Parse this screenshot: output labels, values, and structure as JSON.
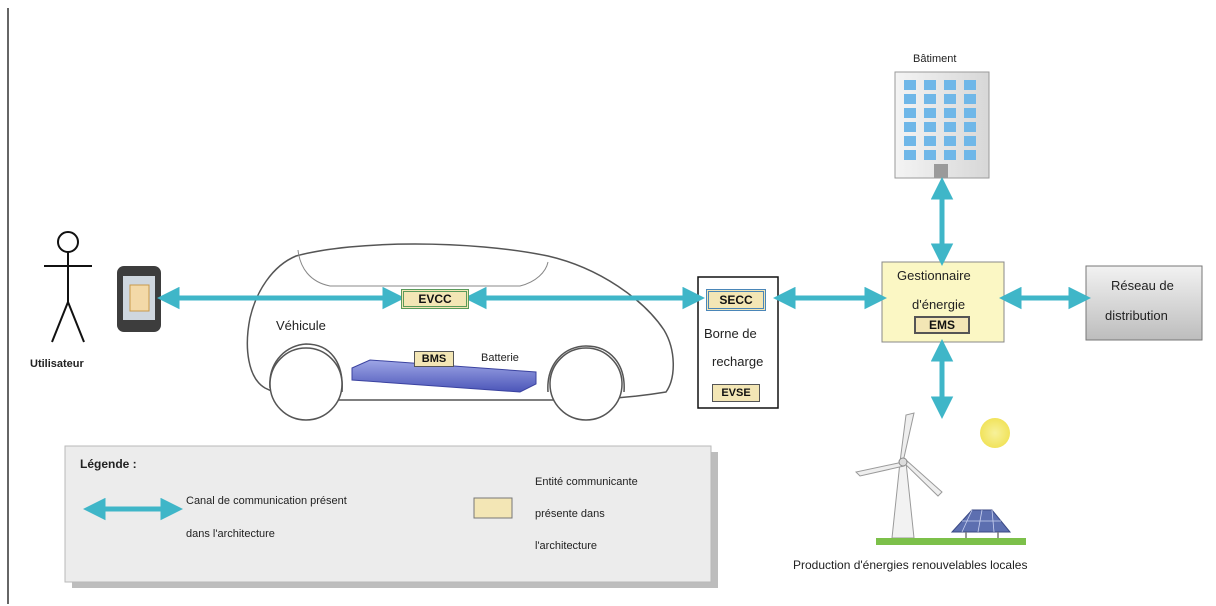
{
  "user": {
    "label": "Utilisateur"
  },
  "vehicle": {
    "label": "Véhicule",
    "evcc": "EVCC",
    "bms": "BMS",
    "battery": "Batterie"
  },
  "charger": {
    "secc": "SECC",
    "label_line1": "Borne de",
    "label_line2": "recharge",
    "evse": "EVSE"
  },
  "building": {
    "label": "Bâtiment"
  },
  "ems": {
    "label_line1": "Gestionnaire",
    "label_line2": "d'énergie",
    "tag": "EMS"
  },
  "grid": {
    "label_line1": "Réseau de",
    "label_line2": "distribution"
  },
  "renewables": {
    "label": "Production d'énergies renouvelables locales"
  },
  "legend": {
    "title": "Légende :",
    "channel_line1": "Canal de communication présent",
    "channel_line2": "dans l'architecture",
    "entity_line1": "Entité communicante",
    "entity_line2": "présente dans",
    "entity_line3": "l'architecture"
  },
  "colors": {
    "arrow": "#3fb6c8",
    "entity_fill": "#f3e6b5",
    "ems_fill": "#fbf7c4",
    "building_window": "#6fb7e8",
    "grid_fill": "#d9d9d9",
    "legend_fill": "#ececec",
    "sun": "#f3ec7a",
    "grass": "#7cc04a"
  }
}
